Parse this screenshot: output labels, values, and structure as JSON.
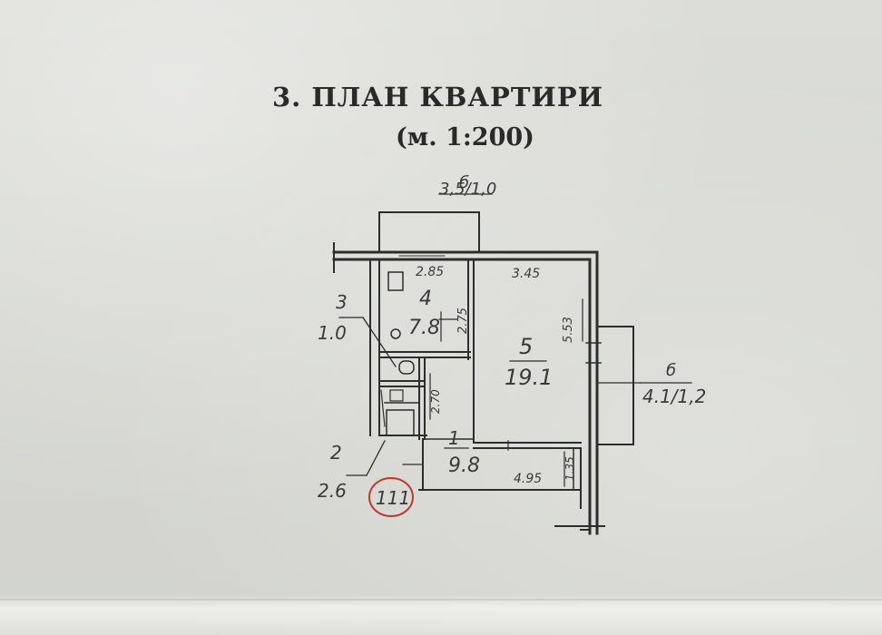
{
  "document": {
    "title": "3. ПЛАН КВАРТИРИ",
    "scale": "(м. 1:200)"
  },
  "plan": {
    "top_balcony": {
      "label": "б",
      "area": "3,5/1,0"
    },
    "right_balcony": {
      "label": "б",
      "area": "4.1/1,2"
    },
    "rooms": [
      {
        "number": "1",
        "area": "9.8"
      },
      {
        "number": "2",
        "area": "2.6"
      },
      {
        "number": "3",
        "area": "1.0"
      },
      {
        "number": "4",
        "area": "7.8"
      },
      {
        "number": "5",
        "area": "19.1"
      }
    ],
    "dimensions": [
      "2.85",
      "3.45",
      "2.75",
      "5.53",
      "2.70",
      "4.95",
      "1.35"
    ],
    "stamp": "111"
  },
  "colors": {
    "ink": "#2d2d2d",
    "stamp": "#c0392b"
  }
}
